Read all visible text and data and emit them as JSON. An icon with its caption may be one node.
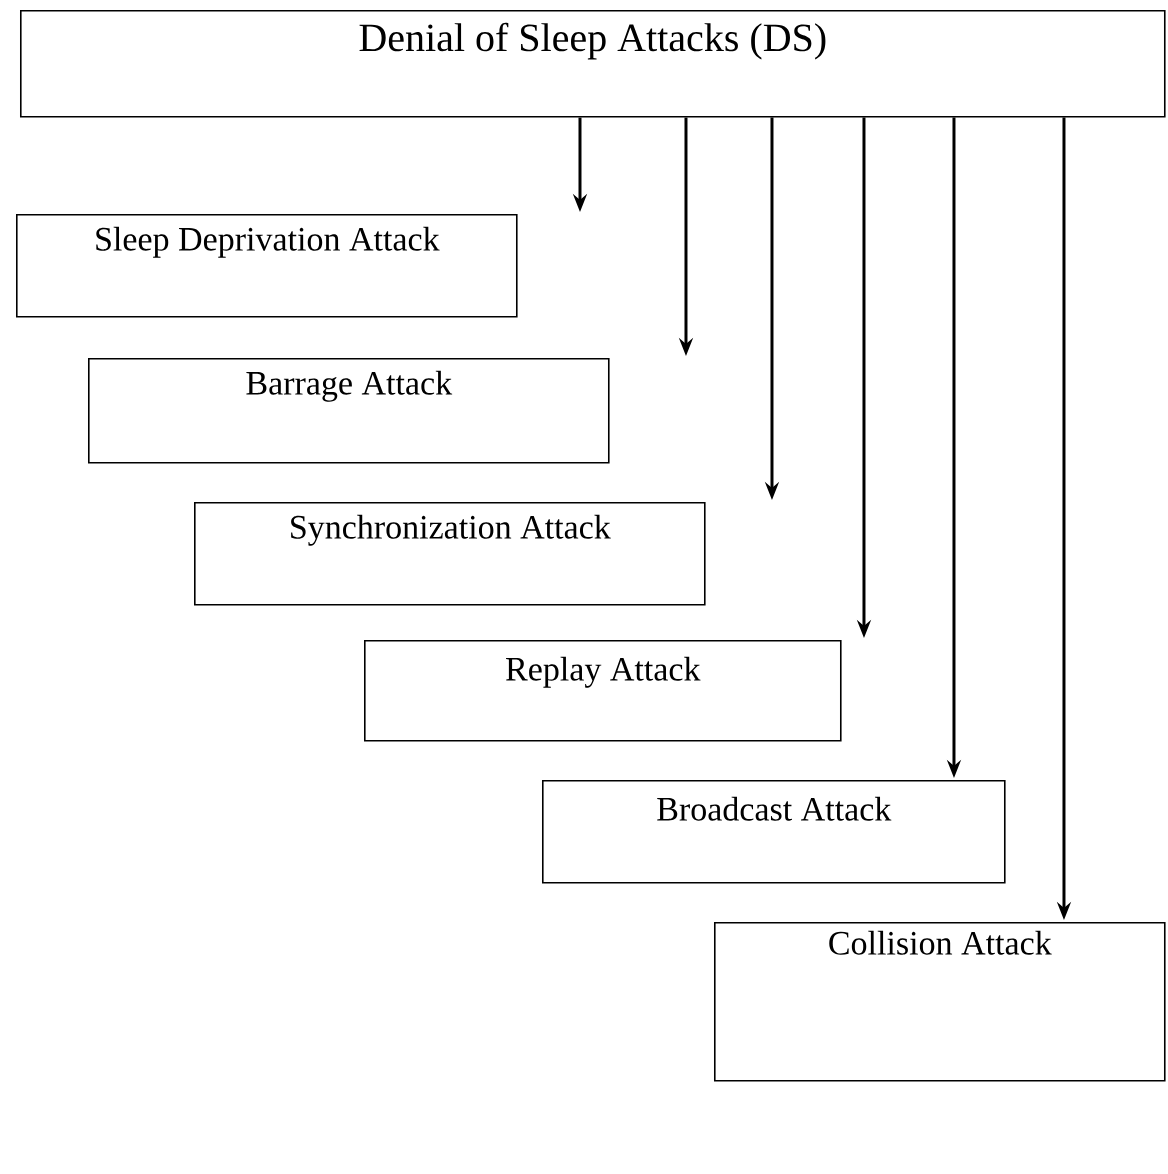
{
  "diagram": {
    "nodes": [
      {
        "text": [
          "Denial of Sleep Attacks (DS)"
        ]
      },
      {
        "text": [
          "Sleep Deprivation Attack"
        ]
      },
      {
        "text": [
          "Barrage Attack"
        ]
      },
      {
        "text": [
          "Synchronization Attack"
        ]
      },
      {
        "text": [
          "Replay Attack"
        ]
      },
      {
        "text": [
          "Broadcast Attack"
        ]
      },
      {
        "text": [
          "Collision Attack"
        ]
      }
    ],
    "edges": [
      {
        "from": 0,
        "to": 1,
        "arrow": "to"
      },
      {
        "from": 0,
        "to": 2,
        "arrow": "to"
      },
      {
        "from": 0,
        "to": 3,
        "arrow": "to"
      },
      {
        "from": 0,
        "to": 4,
        "arrow": "to"
      },
      {
        "from": 0,
        "to": 5,
        "arrow": "to"
      },
      {
        "from": 0,
        "to": 6,
        "arrow": "to"
      }
    ]
  }
}
